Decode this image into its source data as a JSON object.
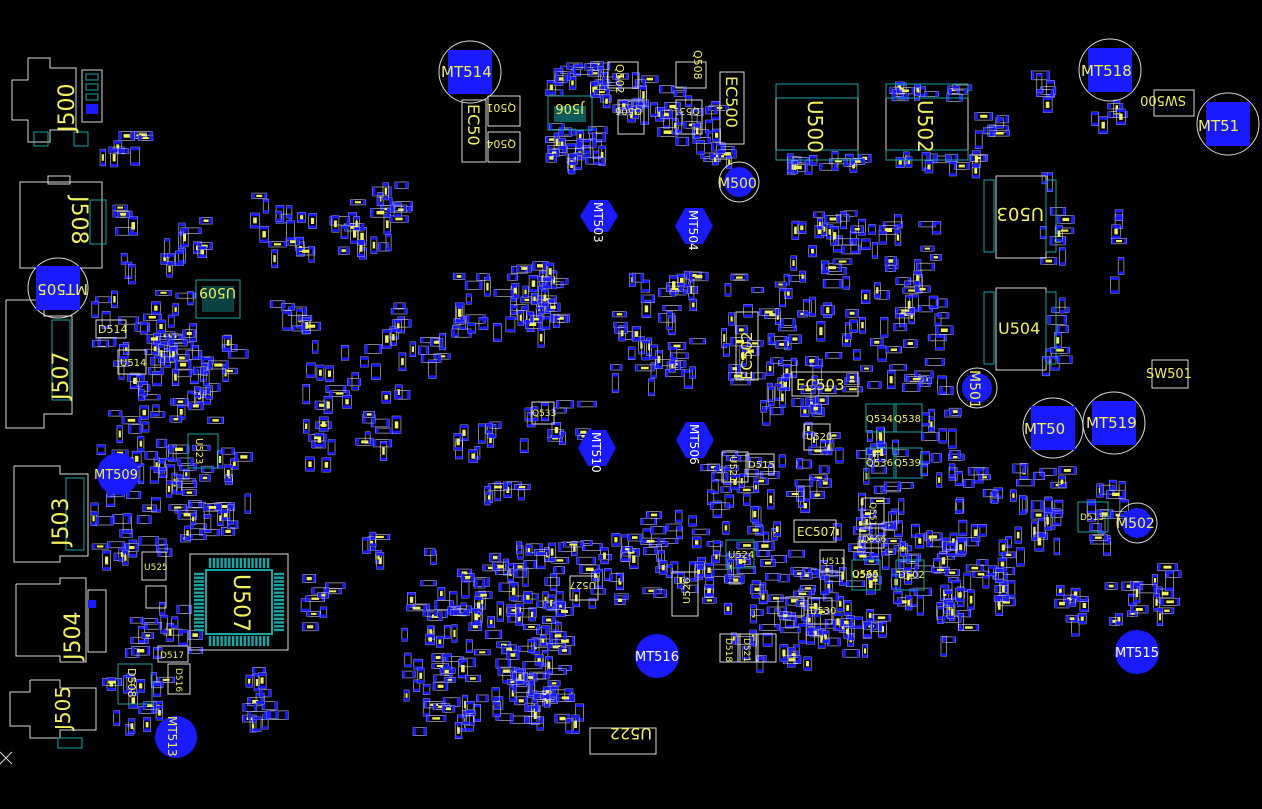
{
  "colors": {
    "background": "#000000",
    "pad": "#1a1aff",
    "outline": "#d8d8d8",
    "teal": "#1aa5a5",
    "label": "#f0f060",
    "mount_text": "#ffffff"
  },
  "mounts": [
    {
      "id": "mt514",
      "label": "MT514"
    },
    {
      "id": "mt518",
      "label": "MT518"
    },
    {
      "id": "mt51",
      "label": "MT51"
    },
    {
      "id": "m500",
      "label": "M500"
    },
    {
      "id": "mt503",
      "label": "MT503"
    },
    {
      "id": "mt504",
      "label": "MT504"
    },
    {
      "id": "mt505",
      "label": "MT505"
    },
    {
      "id": "m501",
      "label": "M501"
    },
    {
      "id": "mt50",
      "label": "MT50"
    },
    {
      "id": "mt519",
      "label": "MT519"
    },
    {
      "id": "mt510",
      "label": "MT510"
    },
    {
      "id": "mt506",
      "label": "MT506"
    },
    {
      "id": "mt509",
      "label": "MT509"
    },
    {
      "id": "m502",
      "label": "M502"
    },
    {
      "id": "mt516",
      "label": "MT516"
    },
    {
      "id": "mt515",
      "label": "MT515"
    },
    {
      "id": "mt513",
      "label": "MT513"
    }
  ],
  "components": [
    {
      "id": "j500",
      "label": "J500"
    },
    {
      "id": "j508",
      "label": "J508"
    },
    {
      "id": "j507",
      "label": "J507"
    },
    {
      "id": "j503",
      "label": "J503"
    },
    {
      "id": "j504",
      "label": "J504"
    },
    {
      "id": "j505",
      "label": "J505"
    },
    {
      "id": "j506",
      "label": "J506"
    },
    {
      "id": "u500",
      "label": "U500"
    },
    {
      "id": "u502",
      "label": "U502"
    },
    {
      "id": "u503",
      "label": "U503"
    },
    {
      "id": "u504",
      "label": "U504"
    },
    {
      "id": "u509",
      "label": "U509"
    },
    {
      "id": "u507",
      "label": "U507"
    },
    {
      "id": "u522",
      "label": "U522"
    },
    {
      "id": "ec500",
      "label": "EC500"
    },
    {
      "id": "ec501",
      "label": "EC50"
    },
    {
      "id": "ec502",
      "label": "EC502"
    },
    {
      "id": "ec503",
      "label": "EC503"
    },
    {
      "id": "ec507",
      "label": "EC507"
    },
    {
      "id": "sw500",
      "label": "SW500"
    },
    {
      "id": "sw501",
      "label": "SW501"
    },
    {
      "id": "q500",
      "label": "Q500"
    },
    {
      "id": "q501",
      "label": "Q501"
    },
    {
      "id": "q502",
      "label": "Q502"
    },
    {
      "id": "q508",
      "label": "Q508"
    },
    {
      "id": "q504",
      "label": "Q504"
    },
    {
      "id": "q506",
      "label": "Q506"
    },
    {
      "id": "q531",
      "label": "Q531"
    },
    {
      "id": "q533",
      "label": "Q533"
    },
    {
      "id": "q534",
      "label": "Q534"
    },
    {
      "id": "q538",
      "label": "Q538"
    },
    {
      "id": "q536",
      "label": "Q536"
    },
    {
      "id": "q539",
      "label": "Q539"
    },
    {
      "id": "q551",
      "label": "Q551"
    },
    {
      "id": "q566",
      "label": "Q566"
    },
    {
      "id": "q565",
      "label": "Q565"
    },
    {
      "id": "u511",
      "label": "U511"
    },
    {
      "id": "u512",
      "label": "U512"
    },
    {
      "id": "u513",
      "label": "U513"
    },
    {
      "id": "u514",
      "label": "U514"
    },
    {
      "id": "u520",
      "label": "U520"
    },
    {
      "id": "u521",
      "label": "U521"
    },
    {
      "id": "u523",
      "label": "U523"
    },
    {
      "id": "u524",
      "label": "U524"
    },
    {
      "id": "u525",
      "label": "U525"
    },
    {
      "id": "u526",
      "label": "U526"
    },
    {
      "id": "u527",
      "label": "U527"
    },
    {
      "id": "u530",
      "label": "U530"
    },
    {
      "id": "u538",
      "label": "U538"
    },
    {
      "id": "d502",
      "label": "D502"
    },
    {
      "id": "d508",
      "label": "D508"
    },
    {
      "id": "d513",
      "label": "D513"
    },
    {
      "id": "d514",
      "label": "D514"
    },
    {
      "id": "d515",
      "label": "D515"
    },
    {
      "id": "d516",
      "label": "D516"
    },
    {
      "id": "d517",
      "label": "D517"
    },
    {
      "id": "d518",
      "label": "D518"
    },
    {
      "id": "d521",
      "label": "D521"
    }
  ]
}
